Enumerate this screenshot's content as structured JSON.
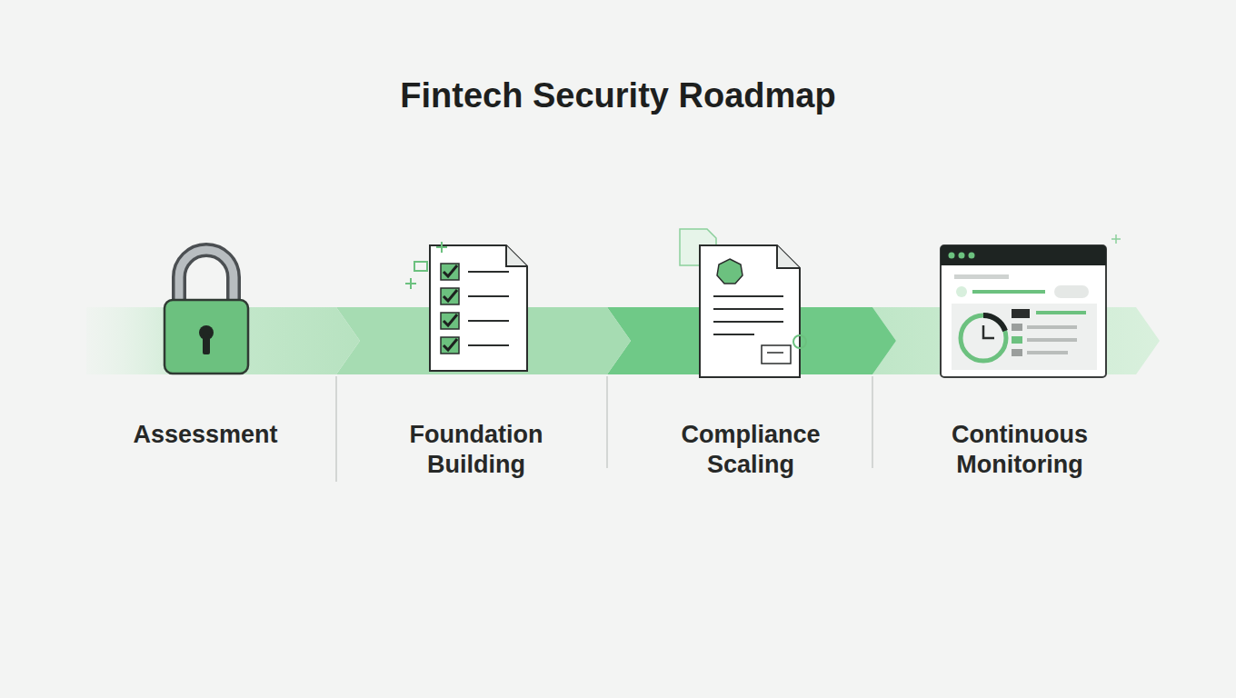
{
  "diagram": {
    "title": "Fintech Security Roadmap",
    "labels": [
      "Assessment",
      "Foundation Building",
      "Compliance Scaling",
      "Continuous Monitoring"
    ]
  }
}
